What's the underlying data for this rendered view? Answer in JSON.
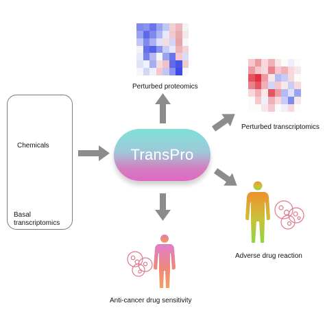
{
  "center": {
    "title": "TransPro"
  },
  "inputs": {
    "chemicals_label": "Chemicals",
    "basal_label_line1": "Basal",
    "basal_label_line2": "transcriptomics"
  },
  "outputs": {
    "proteomics_label": "Perturbed proteomics",
    "transcriptomics_label": "Perturbed transcriptomics",
    "adverse_label": "Adverse drug reaction",
    "anticancer_label": "Anti-cancer drug sensitivity"
  },
  "colors": {
    "arrow": "#8c8c8c",
    "heat_blue_strong": "#4a55e8",
    "heat_red_strong": "#e0333f",
    "human_top": "#f0902e",
    "human_bottom": "#8ed63e",
    "cell_outline": "#e0768c"
  },
  "heatmaps": {
    "proteomics": [
      [
        "#7f89ee",
        "#8a93f0",
        "#6a75ec",
        "#9aa2f2",
        "#c2c6f7",
        "#f0d0d3",
        "#ecb8bd",
        "#f3f3f7"
      ],
      [
        "#9aa2f2",
        "#5f6ae9",
        "#7f89ee",
        "#b0b6f4",
        "#e6e7fa",
        "#f2c8cc",
        "#e8a9af",
        "#f6e6e8"
      ],
      [
        "#c2c6f7",
        "#7f89ee",
        "#aab0f4",
        "#dfe1f9",
        "#f3dcde",
        "#d2d5f8",
        "#e6a4aa",
        "#f7f7fb"
      ],
      [
        "#f3f3f7",
        "#6570ea",
        "#5560e8",
        "#8a93f0",
        "#c9ccf7",
        "#e9eaf9",
        "#ecb3b9",
        "#f3d2d5"
      ],
      [
        "#e8e9fa",
        "#7780ed",
        "#b5baf5",
        "#f5f5fa",
        "#9aa2f2",
        "#6a75ec",
        "#f2c8cc",
        "#d9dcf8"
      ],
      [
        "#dfe1f9",
        "#eef0fb",
        "#a6adf3",
        "#f3dcde",
        "#f0c0c5",
        "#5f6ae9",
        "#4a55e8",
        "#eecdd1"
      ],
      [
        "#f5f5fa",
        "#d2d5f8",
        "#eef0fb",
        "#f2c8cc",
        "#c2c6f7",
        "#8a93f0",
        "#3f4be6",
        "#f8f8fb"
      ]
    ],
    "transcriptomics": [
      [
        "#f4c8cc",
        "#ee9aa2",
        "#f7d8db",
        "#f0b0b6",
        "#f9e6e8",
        "#fbfbfc",
        "#eeeffa",
        "#fbfbfc"
      ],
      [
        "#ee9aa2",
        "#f4c8cc",
        "#f7d8db",
        "#e9828c",
        "#f4c8cc",
        "#f0b0b6",
        "#f7d8db",
        "#f9e6e8"
      ],
      [
        "#e35560",
        "#e0333f",
        "#ee9aa2",
        "#f9e6e8",
        "#b5baf5",
        "#c9ccf7",
        "#f7d8db",
        "#fbfbfc"
      ],
      [
        "#e9828c",
        "#e35560",
        "#f0b0b6",
        "#d2d5f8",
        "#f4c8cc",
        "#f9e6e8",
        "#c9ccf7",
        "#f7d8db"
      ],
      [
        "#f7d8db",
        "#f0b0b6",
        "#f9e6e8",
        "#e35560",
        "#ee9aa2",
        "#b5baf5",
        "#dfe1f9",
        "#9aa2f2"
      ],
      [
        "#fbfbfc",
        "#f4c8cc",
        "#eeeffa",
        "#f0b0b6",
        "#f7d8db",
        "#c9ccf7",
        "#7f89ee",
        "#f9e6e8"
      ],
      [
        "#fbfbfc",
        "#fbfbfc",
        "#f9e6e8",
        "#f4c8cc",
        "#fbfbfc",
        "#eeeffa",
        "#f7d8db",
        "#fbfbfc"
      ]
    ]
  }
}
